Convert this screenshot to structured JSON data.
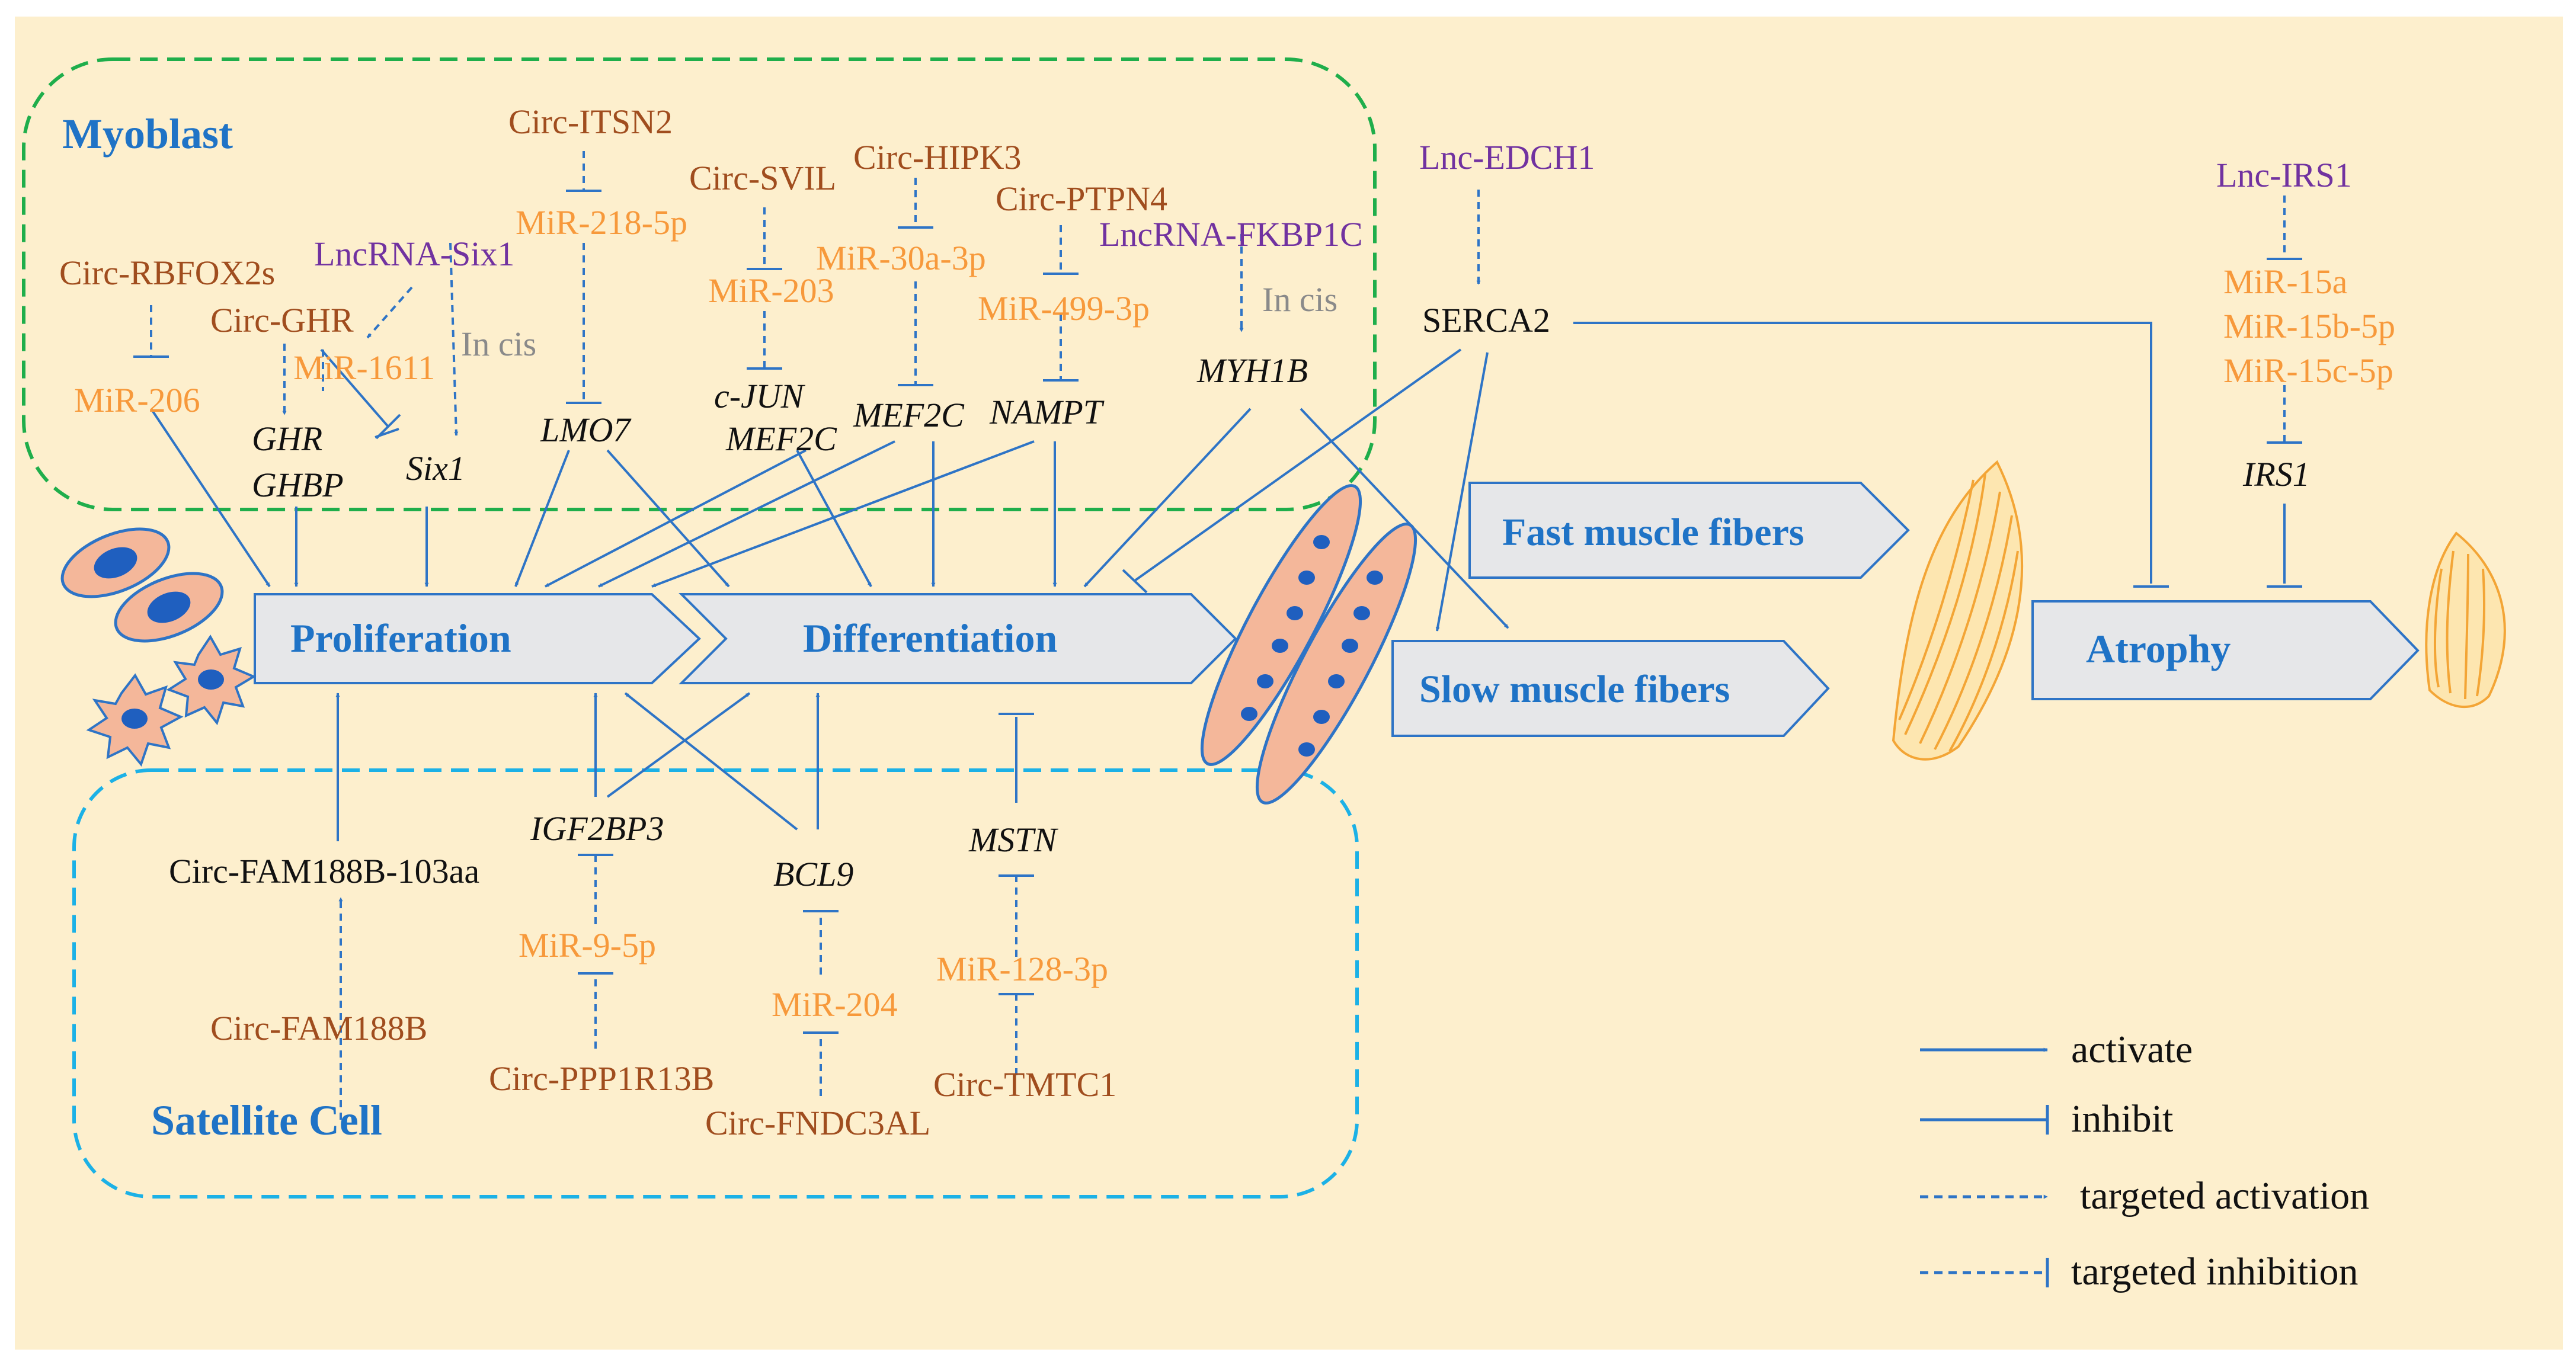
{
  "colors": {
    "background": "#fdefcd",
    "arrow": "#2e74c6",
    "myoblast_border": "#1fae4b",
    "satellite_border": "#1cb1e6",
    "region_label": "#1f73c6",
    "circ": "#a04d1e",
    "mir": "#f7993b",
    "lnc": "#7132a0",
    "gene": "#111111",
    "in_cis": "#8a8a8a",
    "block_fill": "#e6e7e9",
    "block_stroke": "#2e74c6",
    "block_text": "#1f73c6",
    "cell_fill": "#f4b79a",
    "cell_nucleus": "#1f5fbf",
    "cell_stroke": "#2e74c6",
    "fiber_stroke": "#f3a536"
  },
  "regions": {
    "myoblast": "Myoblast",
    "satellite": "Satellite Cell"
  },
  "blocks": {
    "proliferation": "Proliferation",
    "differentiation": "Differentiation",
    "fast_fibers": "Fast muscle fibers",
    "slow_fibers": "Slow muscle fibers",
    "atrophy": "Atrophy"
  },
  "molecules": {
    "circ_itsn2": "Circ-ITSN2",
    "mir_218": "MiR-218-5p",
    "lmo7": "LMO7",
    "circ_svil": "Circ-SVIL",
    "mir_203": "MiR-203",
    "cjun": "c-JUN",
    "mef2c_a": "MEF2C",
    "circ_hipk3": "Circ-HIPK3",
    "mir_30a": "MiR-30a-3p",
    "mef2c_b": "MEF2C",
    "circ_ptpn4": "Circ-PTPN4",
    "mir_499": "MiR-499-3p",
    "nampt": "NAMPT",
    "lnc_fkbp1c": "LncRNA-FKBP1C",
    "in_cis_2": "In cis",
    "myh1b": "MYH1B",
    "circ_rbfox2s": "Circ-RBFOX2s",
    "mir_206": "MiR-206",
    "lnc_six1": "LncRNA-Six1",
    "circ_ghr": "Circ-GHR",
    "mir_1611": "MiR-1611",
    "in_cis_1": "In cis",
    "ghr": "GHR",
    "ghbp": "GHBP",
    "six1": "Six1",
    "lnc_edch1": "Lnc-EDCH1",
    "serca2": "SERCA2",
    "lnc_irs1": "Lnc-IRS1",
    "mir_15a": "MiR-15a",
    "mir_15b": "MiR-15b-5p",
    "mir_15c": "MiR-15c-5p",
    "irs1": "IRS1",
    "circ_fam188b_103aa": "Circ-FAM188B-103aa",
    "circ_fam188b": "Circ-FAM188B",
    "igf2bp3": "IGF2BP3",
    "mir_9": "MiR-9-5p",
    "circ_ppp1r13b": "Circ-PPP1R13B",
    "bcl9": "BCL9",
    "mir_204": "MiR-204",
    "circ_fndc3al": "Circ-FNDC3AL",
    "mstn": "MSTN",
    "mir_128": "MiR-128-3p",
    "circ_tmtc1": "Circ-TMTC1"
  },
  "legend": {
    "activate": "activate",
    "inhibit": "inhibit",
    "targeted_activation": "targeted activation",
    "targeted_inhibition": "targeted inhibition"
  }
}
